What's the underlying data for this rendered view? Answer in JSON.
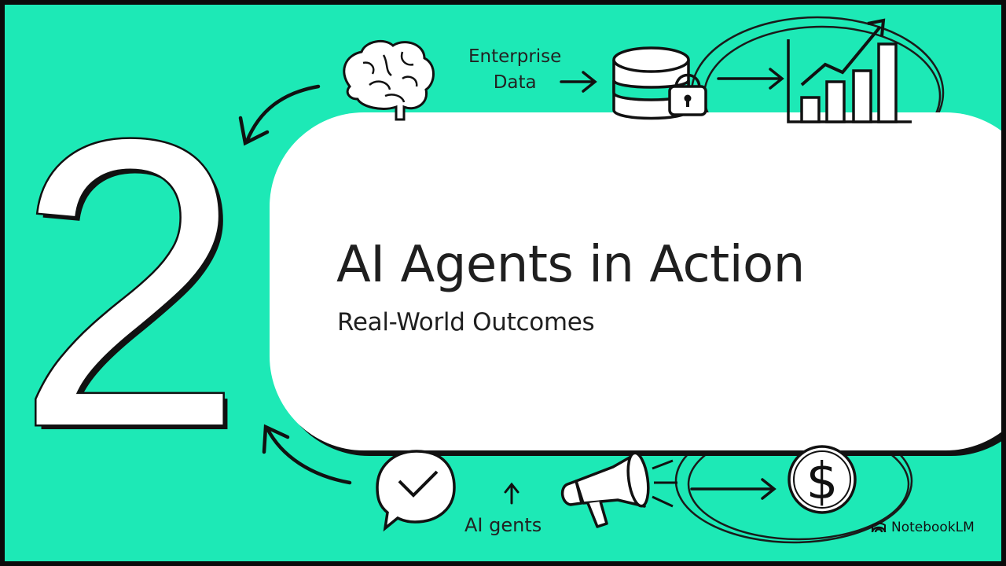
{
  "slide": {
    "number": "2",
    "title": "AI Agents in Action",
    "subtitle": "Real-World Outcomes"
  },
  "labels": {
    "enterprise_line1": "Enterprise",
    "enterprise_line2": "Data",
    "agents": "AI gents"
  },
  "brand": {
    "name": "NotebookLM",
    "icon": "notebooklm-logo-icon"
  },
  "icons": [
    "brain-icon",
    "database-lock-icon",
    "growth-chart-icon",
    "checkmark-bubble-icon",
    "megaphone-icon",
    "dollar-coin-icon"
  ],
  "colors": {
    "background": "#1de9b6",
    "panel": "#ffffff",
    "ink": "#111111",
    "accent": "#1de9b6"
  }
}
